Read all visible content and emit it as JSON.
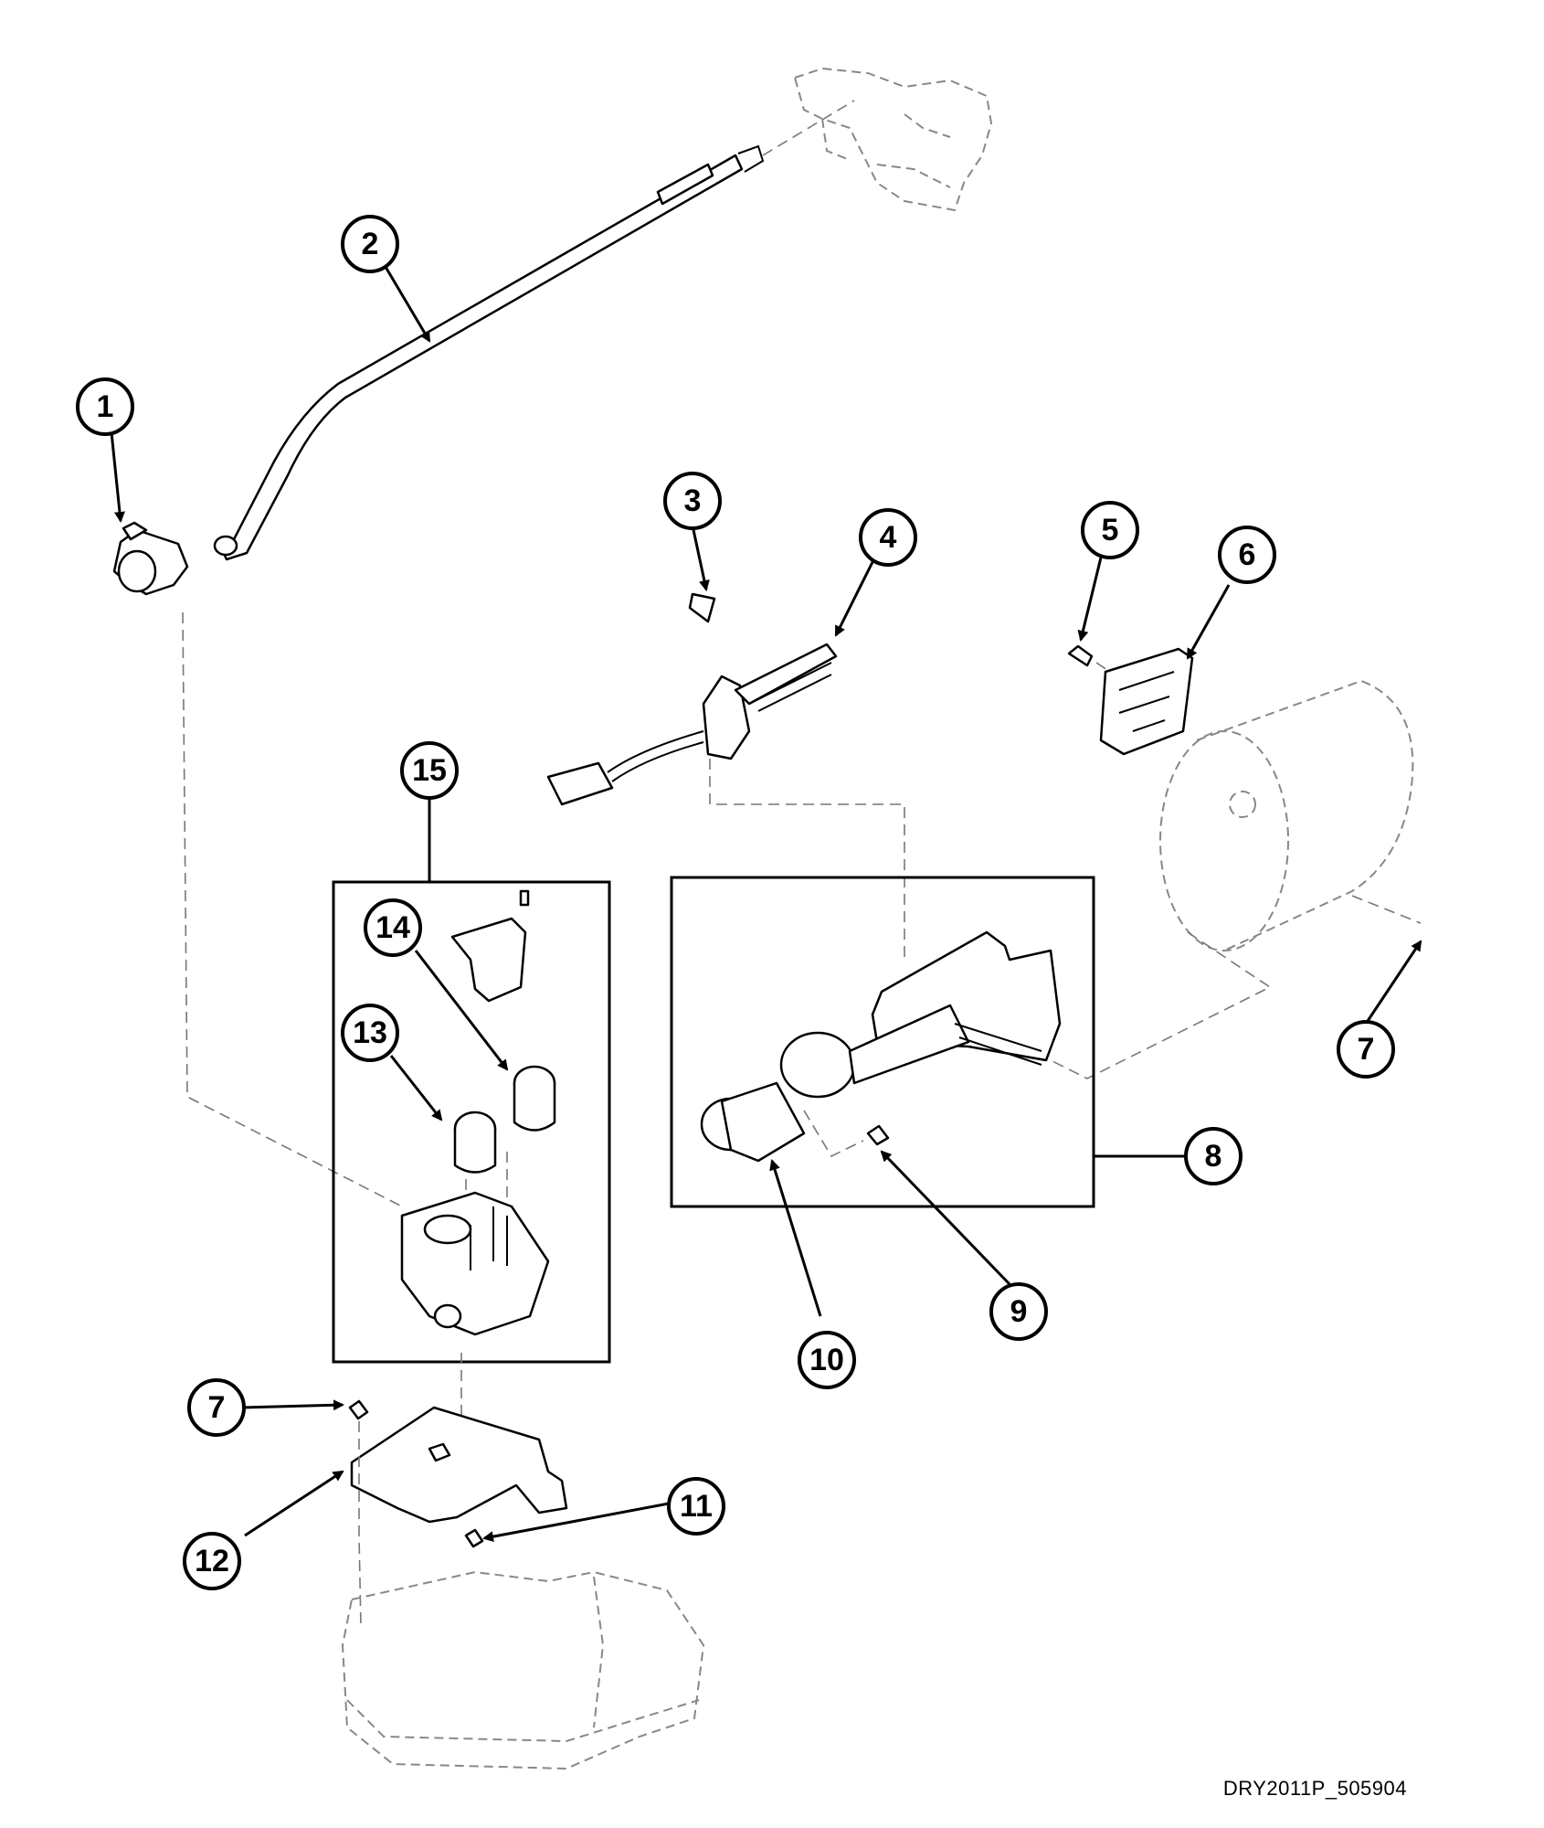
{
  "diagram": {
    "reference_code": "DRY2011P_505904",
    "callouts": [
      "1",
      "2",
      "3",
      "4",
      "5",
      "6",
      "7",
      "8",
      "9",
      "10",
      "11",
      "12",
      "13",
      "14",
      "15",
      "7"
    ]
  }
}
